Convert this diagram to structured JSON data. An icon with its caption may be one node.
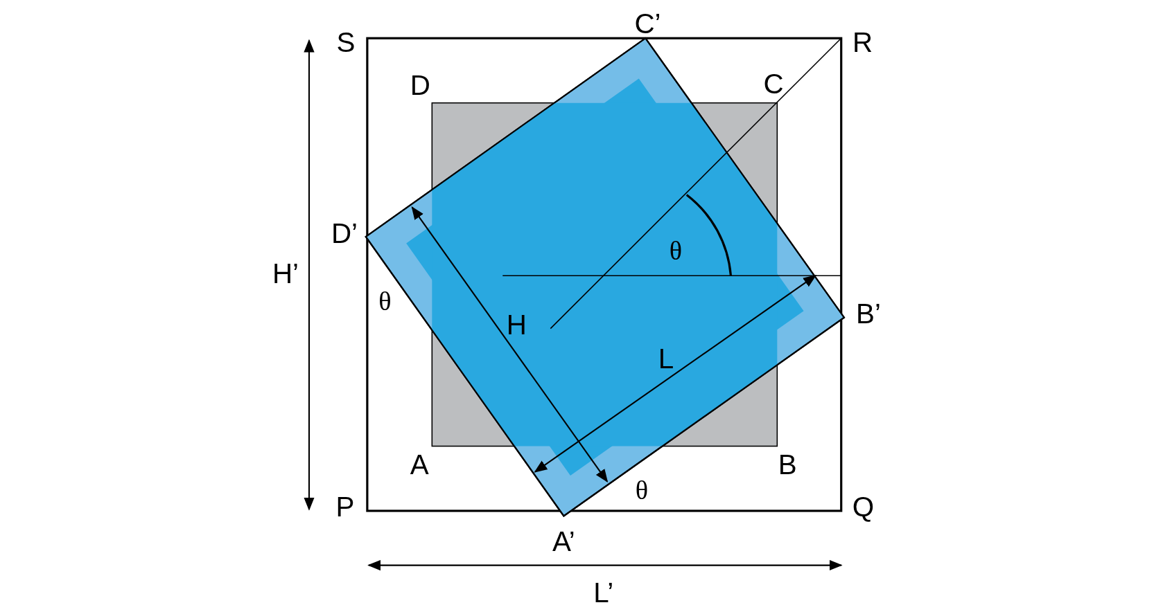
{
  "diagram": {
    "labels": [
      "C’",
      "S",
      "R",
      "D",
      "C",
      "D’",
      "θ",
      "H’",
      "θ",
      "B’",
      "H",
      "L",
      "A",
      "B",
      "θ",
      "P",
      "Q",
      "A’",
      "L’"
    ]
  }
}
